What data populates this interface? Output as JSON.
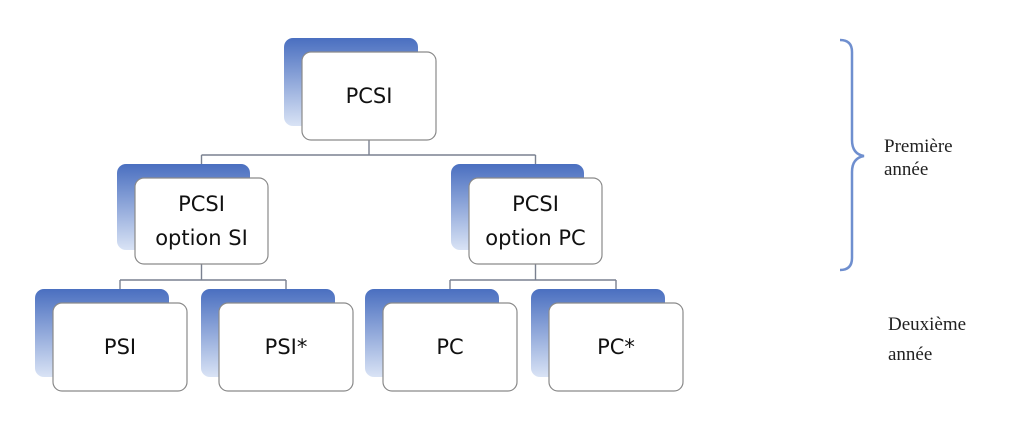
{
  "diagram": {
    "colors": {
      "shadow_top": "#4a6fc0",
      "shadow_bottom": "#d9e3f5",
      "box_border": "#8a8a8a",
      "connector": "#7a8190",
      "brace": "#6f8fcf"
    },
    "nodes": [
      {
        "id": "pcsi",
        "lines": [
          "PCSI"
        ]
      },
      {
        "id": "pcsi-option-si",
        "lines": [
          "PCSI",
          "option SI"
        ]
      },
      {
        "id": "pcsi-option-pc",
        "lines": [
          "PCSI",
          "option PC"
        ]
      },
      {
        "id": "psi",
        "lines": [
          "PSI"
        ]
      },
      {
        "id": "psi-star",
        "lines": [
          "PSI*"
        ]
      },
      {
        "id": "pc",
        "lines": [
          "PC"
        ]
      },
      {
        "id": "pc-star",
        "lines": [
          "PC*"
        ]
      }
    ],
    "edges": [
      {
        "from": "pcsi",
        "to": [
          "pcsi-option-si",
          "pcsi-option-pc"
        ]
      },
      {
        "from": "pcsi-option-si",
        "to": [
          "psi",
          "psi-star"
        ]
      },
      {
        "from": "pcsi-option-pc",
        "to": [
          "pc",
          "pc-star"
        ]
      }
    ],
    "year_labels": {
      "first": [
        "Première",
        "année"
      ],
      "second": [
        "Deuxième",
        "année"
      ]
    }
  }
}
